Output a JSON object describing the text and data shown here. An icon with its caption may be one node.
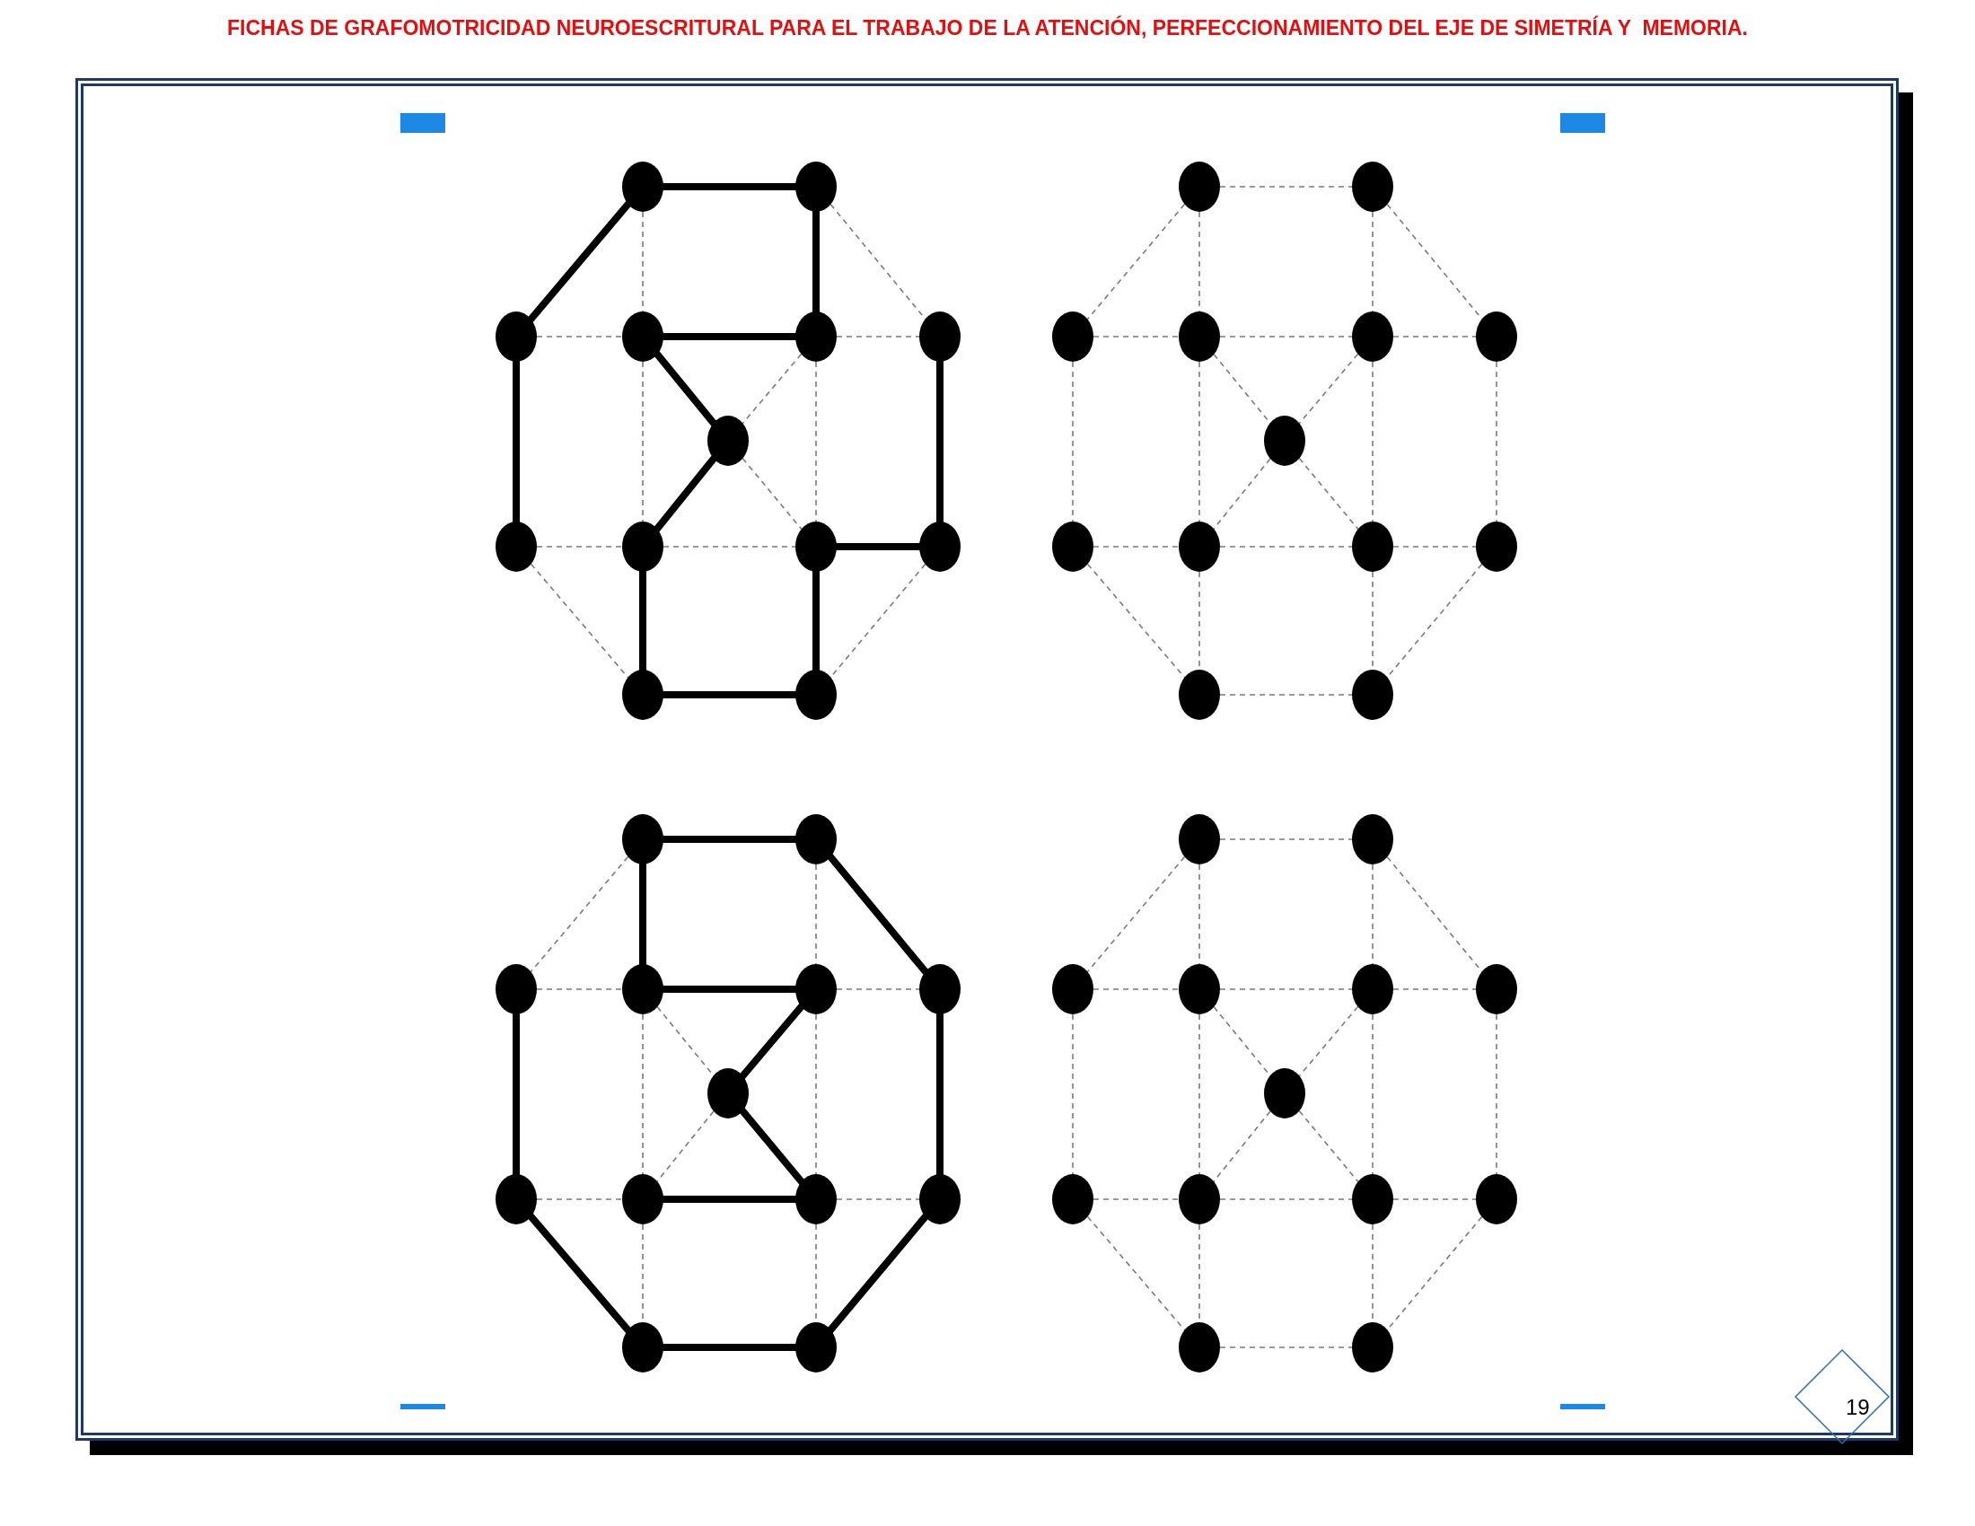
{
  "diagram": {
    "title": "FICHAS DE GRAFOMOTRICIDAD NEUROESCRITURAL PARA EL TRABAJO DE LA ATENCIÓN, PERFECCIONAMIENTO DEL EJE DE SIMETRÍA Y  MEMORIA.",
    "nodes": [
      {
        "text": [],
        "shape": "circle"
      },
      {
        "text": [],
        "shape": "circle"
      },
      {
        "text": [],
        "shape": "circle"
      },
      {
        "text": [],
        "shape": "circle"
      },
      {
        "text": [],
        "shape": "circle"
      },
      {
        "text": [],
        "shape": "circle"
      },
      {
        "text": [],
        "shape": "circle"
      },
      {
        "text": [],
        "shape": "circle"
      },
      {
        "text": [],
        "shape": "circle"
      },
      {
        "text": [],
        "shape": "circle"
      },
      {
        "text": [],
        "shape": "circle"
      },
      {
        "text": [],
        "shape": "circle"
      },
      {
        "text": [],
        "shape": "circle"
      },
      {
        "text": [],
        "shape": "circle"
      },
      {
        "text": [],
        "shape": "circle"
      },
      {
        "text": [],
        "shape": "circle"
      },
      {
        "text": [],
        "shape": "circle"
      },
      {
        "text": [],
        "shape": "circle"
      },
      {
        "text": [],
        "shape": "circle"
      },
      {
        "text": [],
        "shape": "circle"
      },
      {
        "text": [],
        "shape": "circle"
      },
      {
        "text": [],
        "shape": "circle"
      },
      {
        "text": [],
        "shape": "circle"
      },
      {
        "text": [],
        "shape": "circle"
      },
      {
        "text": [],
        "shape": "circle"
      },
      {
        "text": [],
        "shape": "circle"
      },
      {
        "text": [],
        "shape": "circle"
      },
      {
        "text": [],
        "shape": "circle"
      },
      {
        "text": [],
        "shape": "circle"
      },
      {
        "text": [],
        "shape": "circle"
      },
      {
        "text": [],
        "shape": "circle"
      },
      {
        "text": [],
        "shape": "circle"
      },
      {
        "text": [],
        "shape": "circle"
      },
      {
        "text": [],
        "shape": "circle"
      },
      {
        "text": [],
        "shape": "circle"
      },
      {
        "text": [],
        "shape": "circle"
      },
      {
        "text": [],
        "shape": "circle"
      },
      {
        "text": [],
        "shape": "circle"
      },
      {
        "text": [],
        "shape": "circle"
      },
      {
        "text": [],
        "shape": "circle"
      },
      {
        "text": [],
        "shape": "circle"
      },
      {
        "text": [],
        "shape": "circle"
      },
      {
        "text": [],
        "shape": "circle"
      },
      {
        "text": [],
        "shape": "circle"
      },
      {
        "text": [],
        "shape": "circle"
      },
      {
        "text": [],
        "shape": "circle"
      },
      {
        "text": [],
        "shape": "circle"
      },
      {
        "text": [],
        "shape": "circle"
      },
      {
        "text": [],
        "shape": "circle"
      },
      {
        "text": [],
        "shape": "circle"
      },
      {
        "text": [],
        "shape": "circle"
      },
      {
        "text": [],
        "shape": "circle"
      }
    ],
    "edges": [
      {
        "from": 0,
        "to": 1,
        "arrow": "none",
        "style": "thick",
        "color": "#000000"
      },
      {
        "from": 0,
        "to": 2,
        "arrow": "none",
        "style": "thick",
        "color": "#000000"
      },
      {
        "from": 0,
        "to": 3,
        "arrow": "none",
        "style": "dashed"
      },
      {
        "from": 1,
        "to": 4,
        "arrow": "none",
        "style": "thick",
        "color": "#000000"
      },
      {
        "from": 1,
        "to": 5,
        "arrow": "none",
        "style": "dashed"
      },
      {
        "from": 2,
        "to": 3,
        "arrow": "none",
        "style": "dashed"
      },
      {
        "from": 3,
        "to": 4,
        "arrow": "none",
        "style": "thick",
        "color": "#000000"
      },
      {
        "from": 4,
        "to": 5,
        "arrow": "none",
        "style": "dashed"
      },
      {
        "from": 2,
        "to": 7,
        "arrow": "none",
        "style": "thick",
        "color": "#000000"
      },
      {
        "from": 3,
        "to": 6,
        "arrow": "none",
        "style": "thick",
        "color": "#000000"
      },
      {
        "from": 4,
        "to": 6,
        "arrow": "none",
        "style": "dashed"
      },
      {
        "from": 3,
        "to": 8,
        "arrow": "none",
        "style": "dashed"
      },
      {
        "from": 4,
        "to": 9,
        "arrow": "none",
        "style": "dashed"
      },
      {
        "from": 5,
        "to": 10,
        "arrow": "none",
        "style": "thick",
        "color": "#000000"
      },
      {
        "from": 6,
        "to": 8,
        "arrow": "none",
        "style": "thick",
        "color": "#000000"
      },
      {
        "from": 6,
        "to": 9,
        "arrow": "none",
        "style": "dashed"
      },
      {
        "from": 7,
        "to": 8,
        "arrow": "none",
        "style": "dashed"
      },
      {
        "from": 8,
        "to": 9,
        "arrow": "none",
        "style": "dashed"
      },
      {
        "from": 9,
        "to": 10,
        "arrow": "none",
        "style": "thick",
        "color": "#000000"
      },
      {
        "from": 7,
        "to": 11,
        "arrow": "none",
        "style": "dashed"
      },
      {
        "from": 8,
        "to": 11,
        "arrow": "none",
        "style": "thick",
        "color": "#000000"
      },
      {
        "from": 9,
        "to": 12,
        "arrow": "none",
        "style": "thick",
        "color": "#000000"
      },
      {
        "from": 10,
        "to": 12,
        "arrow": "none",
        "style": "dashed"
      },
      {
        "from": 11,
        "to": 12,
        "arrow": "none",
        "style": "thick",
        "color": "#000000"
      },
      {
        "from": 13,
        "to": 14,
        "arrow": "none",
        "style": "dashed"
      },
      {
        "from": 13,
        "to": 15,
        "arrow": "none",
        "style": "dashed"
      },
      {
        "from": 13,
        "to": 16,
        "arrow": "none",
        "style": "dashed"
      },
      {
        "from": 14,
        "to": 17,
        "arrow": "none",
        "style": "dashed"
      },
      {
        "from": 14,
        "to": 18,
        "arrow": "none",
        "style": "dashed"
      },
      {
        "from": 15,
        "to": 16,
        "arrow": "none",
        "style": "dashed"
      },
      {
        "from": 16,
        "to": 17,
        "arrow": "none",
        "style": "dashed"
      },
      {
        "from": 17,
        "to": 18,
        "arrow": "none",
        "style": "dashed"
      },
      {
        "from": 15,
        "to": 20,
        "arrow": "none",
        "style": "dashed"
      },
      {
        "from": 16,
        "to": 19,
        "arrow": "none",
        "style": "dashed"
      },
      {
        "from": 17,
        "to": 19,
        "arrow": "none",
        "style": "dashed"
      },
      {
        "from": 16,
        "to": 21,
        "arrow": "none",
        "style": "dashed"
      },
      {
        "from": 17,
        "to": 22,
        "arrow": "none",
        "style": "dashed"
      },
      {
        "from": 18,
        "to": 23,
        "arrow": "none",
        "style": "dashed"
      },
      {
        "from": 19,
        "to": 21,
        "arrow": "none",
        "style": "dashed"
      },
      {
        "from": 19,
        "to": 22,
        "arrow": "none",
        "style": "dashed"
      },
      {
        "from": 20,
        "to": 21,
        "arrow": "none",
        "style": "dashed"
      },
      {
        "from": 21,
        "to": 22,
        "arrow": "none",
        "style": "dashed"
      },
      {
        "from": 22,
        "to": 23,
        "arrow": "none",
        "style": "dashed"
      },
      {
        "from": 20,
        "to": 24,
        "arrow": "none",
        "style": "dashed"
      },
      {
        "from": 21,
        "to": 24,
        "arrow": "none",
        "style": "dashed"
      },
      {
        "from": 22,
        "to": 25,
        "arrow": "none",
        "style": "dashed"
      },
      {
        "from": 23,
        "to": 25,
        "arrow": "none",
        "style": "dashed"
      },
      {
        "from": 24,
        "to": 25,
        "arrow": "none",
        "style": "dashed"
      },
      {
        "from": 26,
        "to": 27,
        "arrow": "none",
        "style": "thick",
        "color": "#000000"
      },
      {
        "from": 26,
        "to": 28,
        "arrow": "none",
        "style": "dashed"
      },
      {
        "from": 26,
        "to": 29,
        "arrow": "none",
        "style": "thick",
        "color": "#000000"
      },
      {
        "from": 27,
        "to": 30,
        "arrow": "none",
        "style": "dashed"
      },
      {
        "from": 27,
        "to": 31,
        "arrow": "none",
        "style": "thick",
        "color": "#000000"
      },
      {
        "from": 28,
        "to": 29,
        "arrow": "none",
        "style": "dashed"
      },
      {
        "from": 29,
        "to": 30,
        "arrow": "none",
        "style": "thick",
        "color": "#000000"
      },
      {
        "from": 30,
        "to": 31,
        "arrow": "none",
        "style": "dashed"
      },
      {
        "from": 28,
        "to": 33,
        "arrow": "none",
        "style": "thick",
        "color": "#000000"
      },
      {
        "from": 29,
        "to": 32,
        "arrow": "none",
        "style": "dashed"
      },
      {
        "from": 30,
        "to": 32,
        "arrow": "none",
        "style": "thick",
        "color": "#000000"
      },
      {
        "from": 29,
        "to": 34,
        "arrow": "none",
        "style": "dashed"
      },
      {
        "from": 30,
        "to": 35,
        "arrow": "none",
        "style": "dashed"
      },
      {
        "from": 31,
        "to": 36,
        "arrow": "none",
        "style": "thick",
        "color": "#000000"
      },
      {
        "from": 32,
        "to": 34,
        "arrow": "none",
        "style": "dashed"
      },
      {
        "from": 32,
        "to": 35,
        "arrow": "none",
        "style": "thick",
        "color": "#000000"
      },
      {
        "from": 33,
        "to": 34,
        "arrow": "none",
        "style": "dashed"
      },
      {
        "from": 34,
        "to": 35,
        "arrow": "none",
        "style": "thick",
        "color": "#000000"
      },
      {
        "from": 35,
        "to": 36,
        "arrow": "none",
        "style": "dashed"
      },
      {
        "from": 33,
        "to": 37,
        "arrow": "none",
        "style": "thick",
        "color": "#000000"
      },
      {
        "from": 34,
        "to": 37,
        "arrow": "none",
        "style": "dashed"
      },
      {
        "from": 35,
        "to": 38,
        "arrow": "none",
        "style": "dashed"
      },
      {
        "from": 36,
        "to": 38,
        "arrow": "none",
        "style": "thick",
        "color": "#000000"
      },
      {
        "from": 37,
        "to": 38,
        "arrow": "none",
        "style": "thick",
        "color": "#000000"
      },
      {
        "from": 39,
        "to": 40,
        "arrow": "none",
        "style": "dashed"
      },
      {
        "from": 39,
        "to": 41,
        "arrow": "none",
        "style": "dashed"
      },
      {
        "from": 39,
        "to": 42,
        "arrow": "none",
        "style": "dashed"
      },
      {
        "from": 40,
        "to": 43,
        "arrow": "none",
        "style": "dashed"
      },
      {
        "from": 40,
        "to": 44,
        "arrow": "none",
        "style": "dashed"
      },
      {
        "from": 41,
        "to": 42,
        "arrow": "none",
        "style": "dashed"
      },
      {
        "from": 42,
        "to": 43,
        "arrow": "none",
        "style": "dashed"
      },
      {
        "from": 43,
        "to": 44,
        "arrow": "none",
        "style": "dashed"
      },
      {
        "from": 41,
        "to": 46,
        "arrow": "none",
        "style": "dashed"
      },
      {
        "from": 42,
        "to": 45,
        "arrow": "none",
        "style": "dashed"
      },
      {
        "from": 43,
        "to": 45,
        "arrow": "none",
        "style": "dashed"
      },
      {
        "from": 42,
        "to": 47,
        "arrow": "none",
        "style": "dashed"
      },
      {
        "from": 43,
        "to": 48,
        "arrow": "none",
        "style": "dashed"
      },
      {
        "from": 44,
        "to": 49,
        "arrow": "none",
        "style": "dashed"
      },
      {
        "from": 45,
        "to": 47,
        "arrow": "none",
        "style": "dashed"
      },
      {
        "from": 45,
        "to": 48,
        "arrow": "none",
        "style": "dashed"
      },
      {
        "from": 46,
        "to": 47,
        "arrow": "none",
        "style": "dashed"
      },
      {
        "from": 47,
        "to": 48,
        "arrow": "none",
        "style": "dashed"
      },
      {
        "from": 48,
        "to": 49,
        "arrow": "none",
        "style": "dashed"
      },
      {
        "from": 46,
        "to": 50,
        "arrow": "none",
        "style": "dashed"
      },
      {
        "from": 47,
        "to": 50,
        "arrow": "none",
        "style": "dashed"
      },
      {
        "from": 48,
        "to": 51,
        "arrow": "none",
        "style": "dashed"
      },
      {
        "from": 49,
        "to": 51,
        "arrow": "none",
        "style": "dashed"
      },
      {
        "from": 50,
        "to": 51,
        "arrow": "none",
        "style": "dashed"
      }
    ],
    "labels": [
      "19"
    ]
  }
}
